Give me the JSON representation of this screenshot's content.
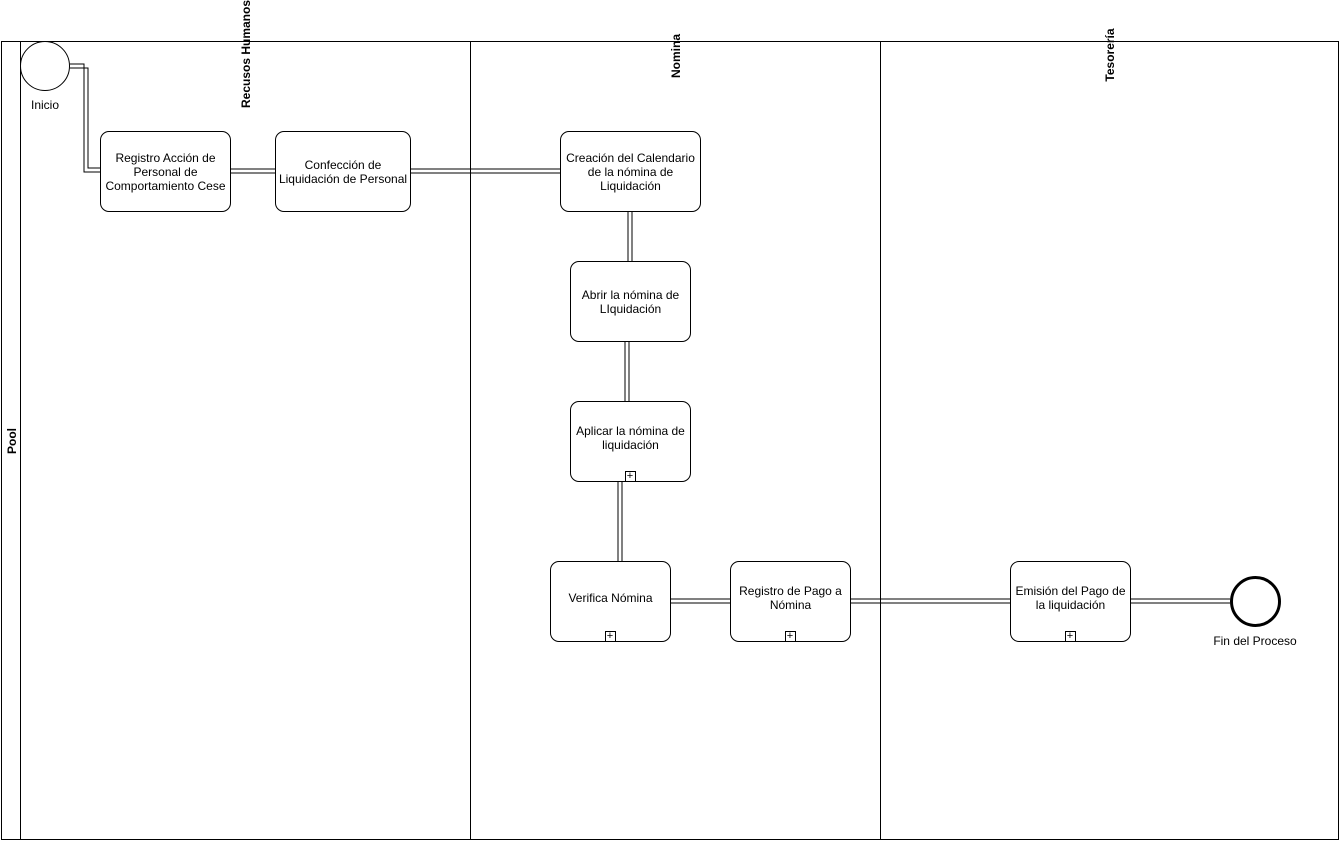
{
  "pool": {
    "label": "Pool"
  },
  "lanes": [
    {
      "label": "Recusos Humanos"
    },
    {
      "label": "Nomina"
    },
    {
      "label": "Tesorería"
    }
  ],
  "events": {
    "start": {
      "label": "Inicio"
    },
    "end": {
      "label": "Fin del Proceso"
    }
  },
  "tasks": {
    "t1": {
      "label": "Registro Acción de Personal de Comportamiento Cese"
    },
    "t2": {
      "label": "Confección de Liquidación de Personal"
    },
    "t3": {
      "label": "Creación del Calendario de la nómina de Liquidación"
    },
    "t4": {
      "label": "Abrir la nómina de LIquidación"
    },
    "t5": {
      "label": "Aplicar la nómina de liquidación"
    },
    "t6": {
      "label": "Verifica Nómina"
    },
    "t7": {
      "label": "Registro de Pago a Nómina"
    },
    "t8": {
      "label": "Emisión del Pago de la liquidación"
    }
  },
  "subprocess_marker": "+"
}
